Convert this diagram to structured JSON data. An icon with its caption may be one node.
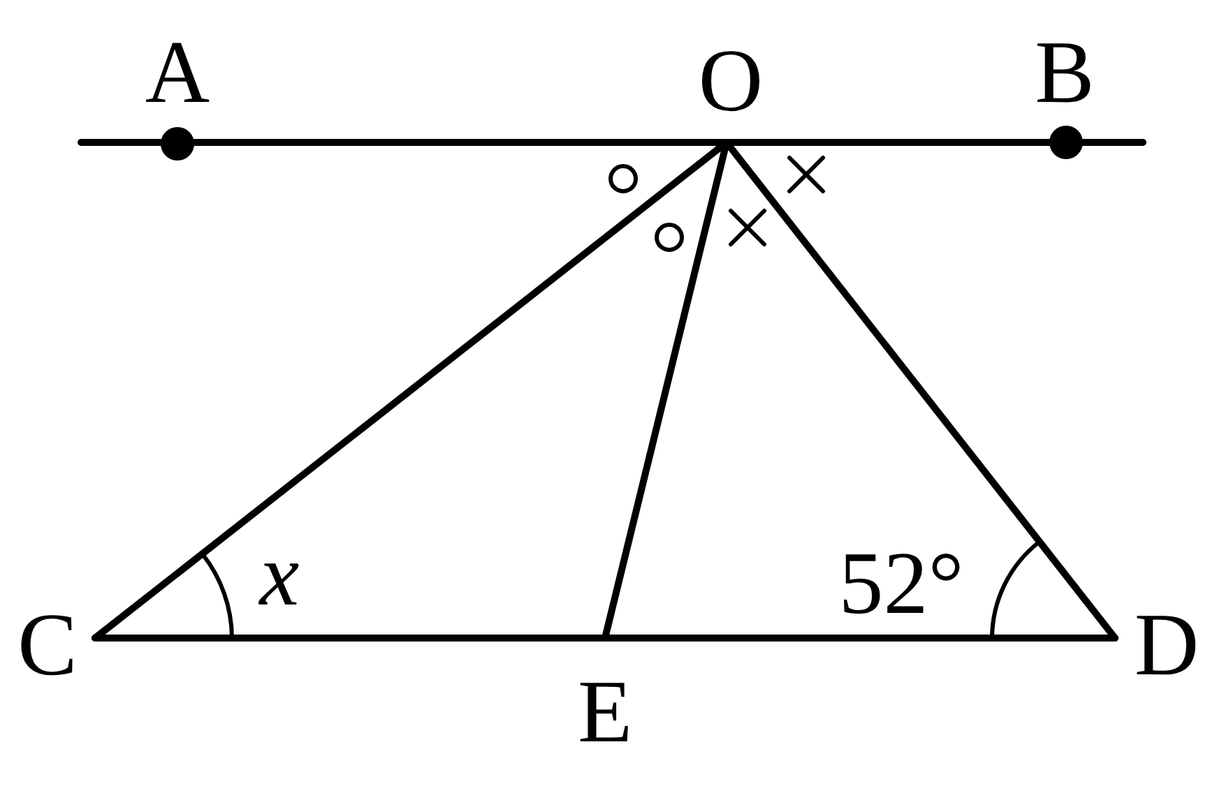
{
  "diagram": {
    "labels": [
      "A",
      "O",
      "B",
      "C",
      "x",
      "52°",
      "D",
      "E"
    ]
  }
}
